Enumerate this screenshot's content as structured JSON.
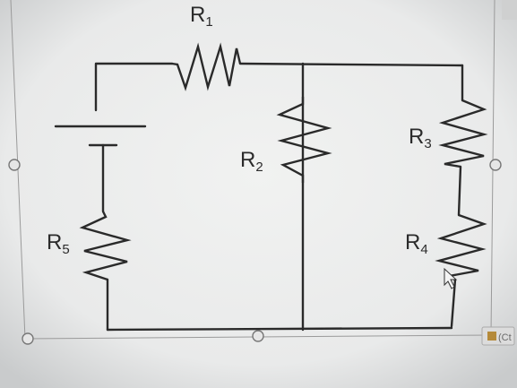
{
  "circuit": {
    "components": [
      {
        "id": "R1",
        "letter": "R",
        "sub": "1"
      },
      {
        "id": "R2",
        "letter": "R",
        "sub": "2"
      },
      {
        "id": "R3",
        "letter": "R",
        "sub": "3"
      },
      {
        "id": "R4",
        "letter": "R",
        "sub": "4"
      },
      {
        "id": "R5",
        "letter": "R",
        "sub": "5"
      }
    ]
  },
  "corner_badge": {
    "text": "(Ct"
  },
  "colors": {
    "ink": "#2a2a2a",
    "paper": "#eeefee",
    "frame": "#9a9a9a"
  }
}
